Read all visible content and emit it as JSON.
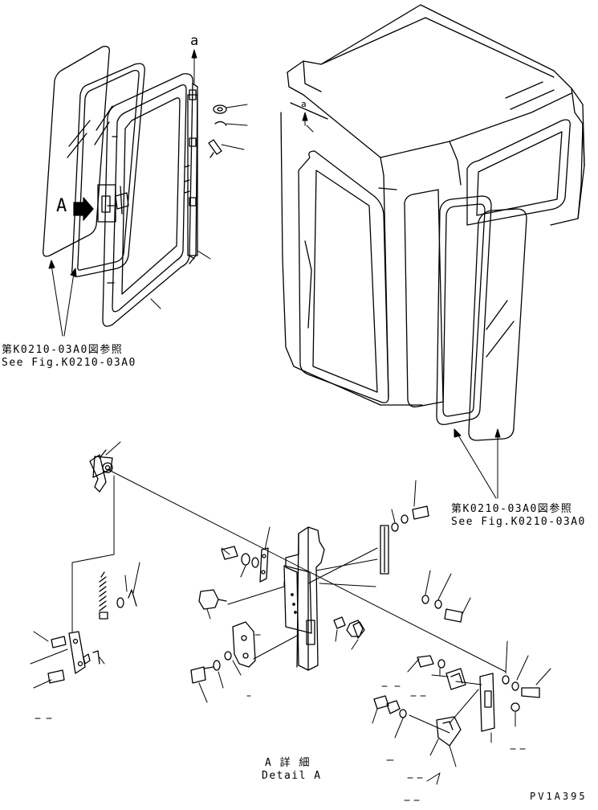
{
  "labels": {
    "ref_a_top": "a",
    "ref_a_cab": "a",
    "detail_marker": "A",
    "see_fig_left_jp": "第K0210-03A0図参照",
    "see_fig_left_en": "See Fig.K0210-03A0",
    "see_fig_right_jp": "第K0210-03A0図参照",
    "see_fig_right_en": "See Fig.K0210-03A0",
    "detail_jp": "A 詳 細",
    "detail_en": "Detail A",
    "drawing_code": "PV1A395"
  },
  "icons": {
    "view_arrow": "right-arrow-icon"
  }
}
